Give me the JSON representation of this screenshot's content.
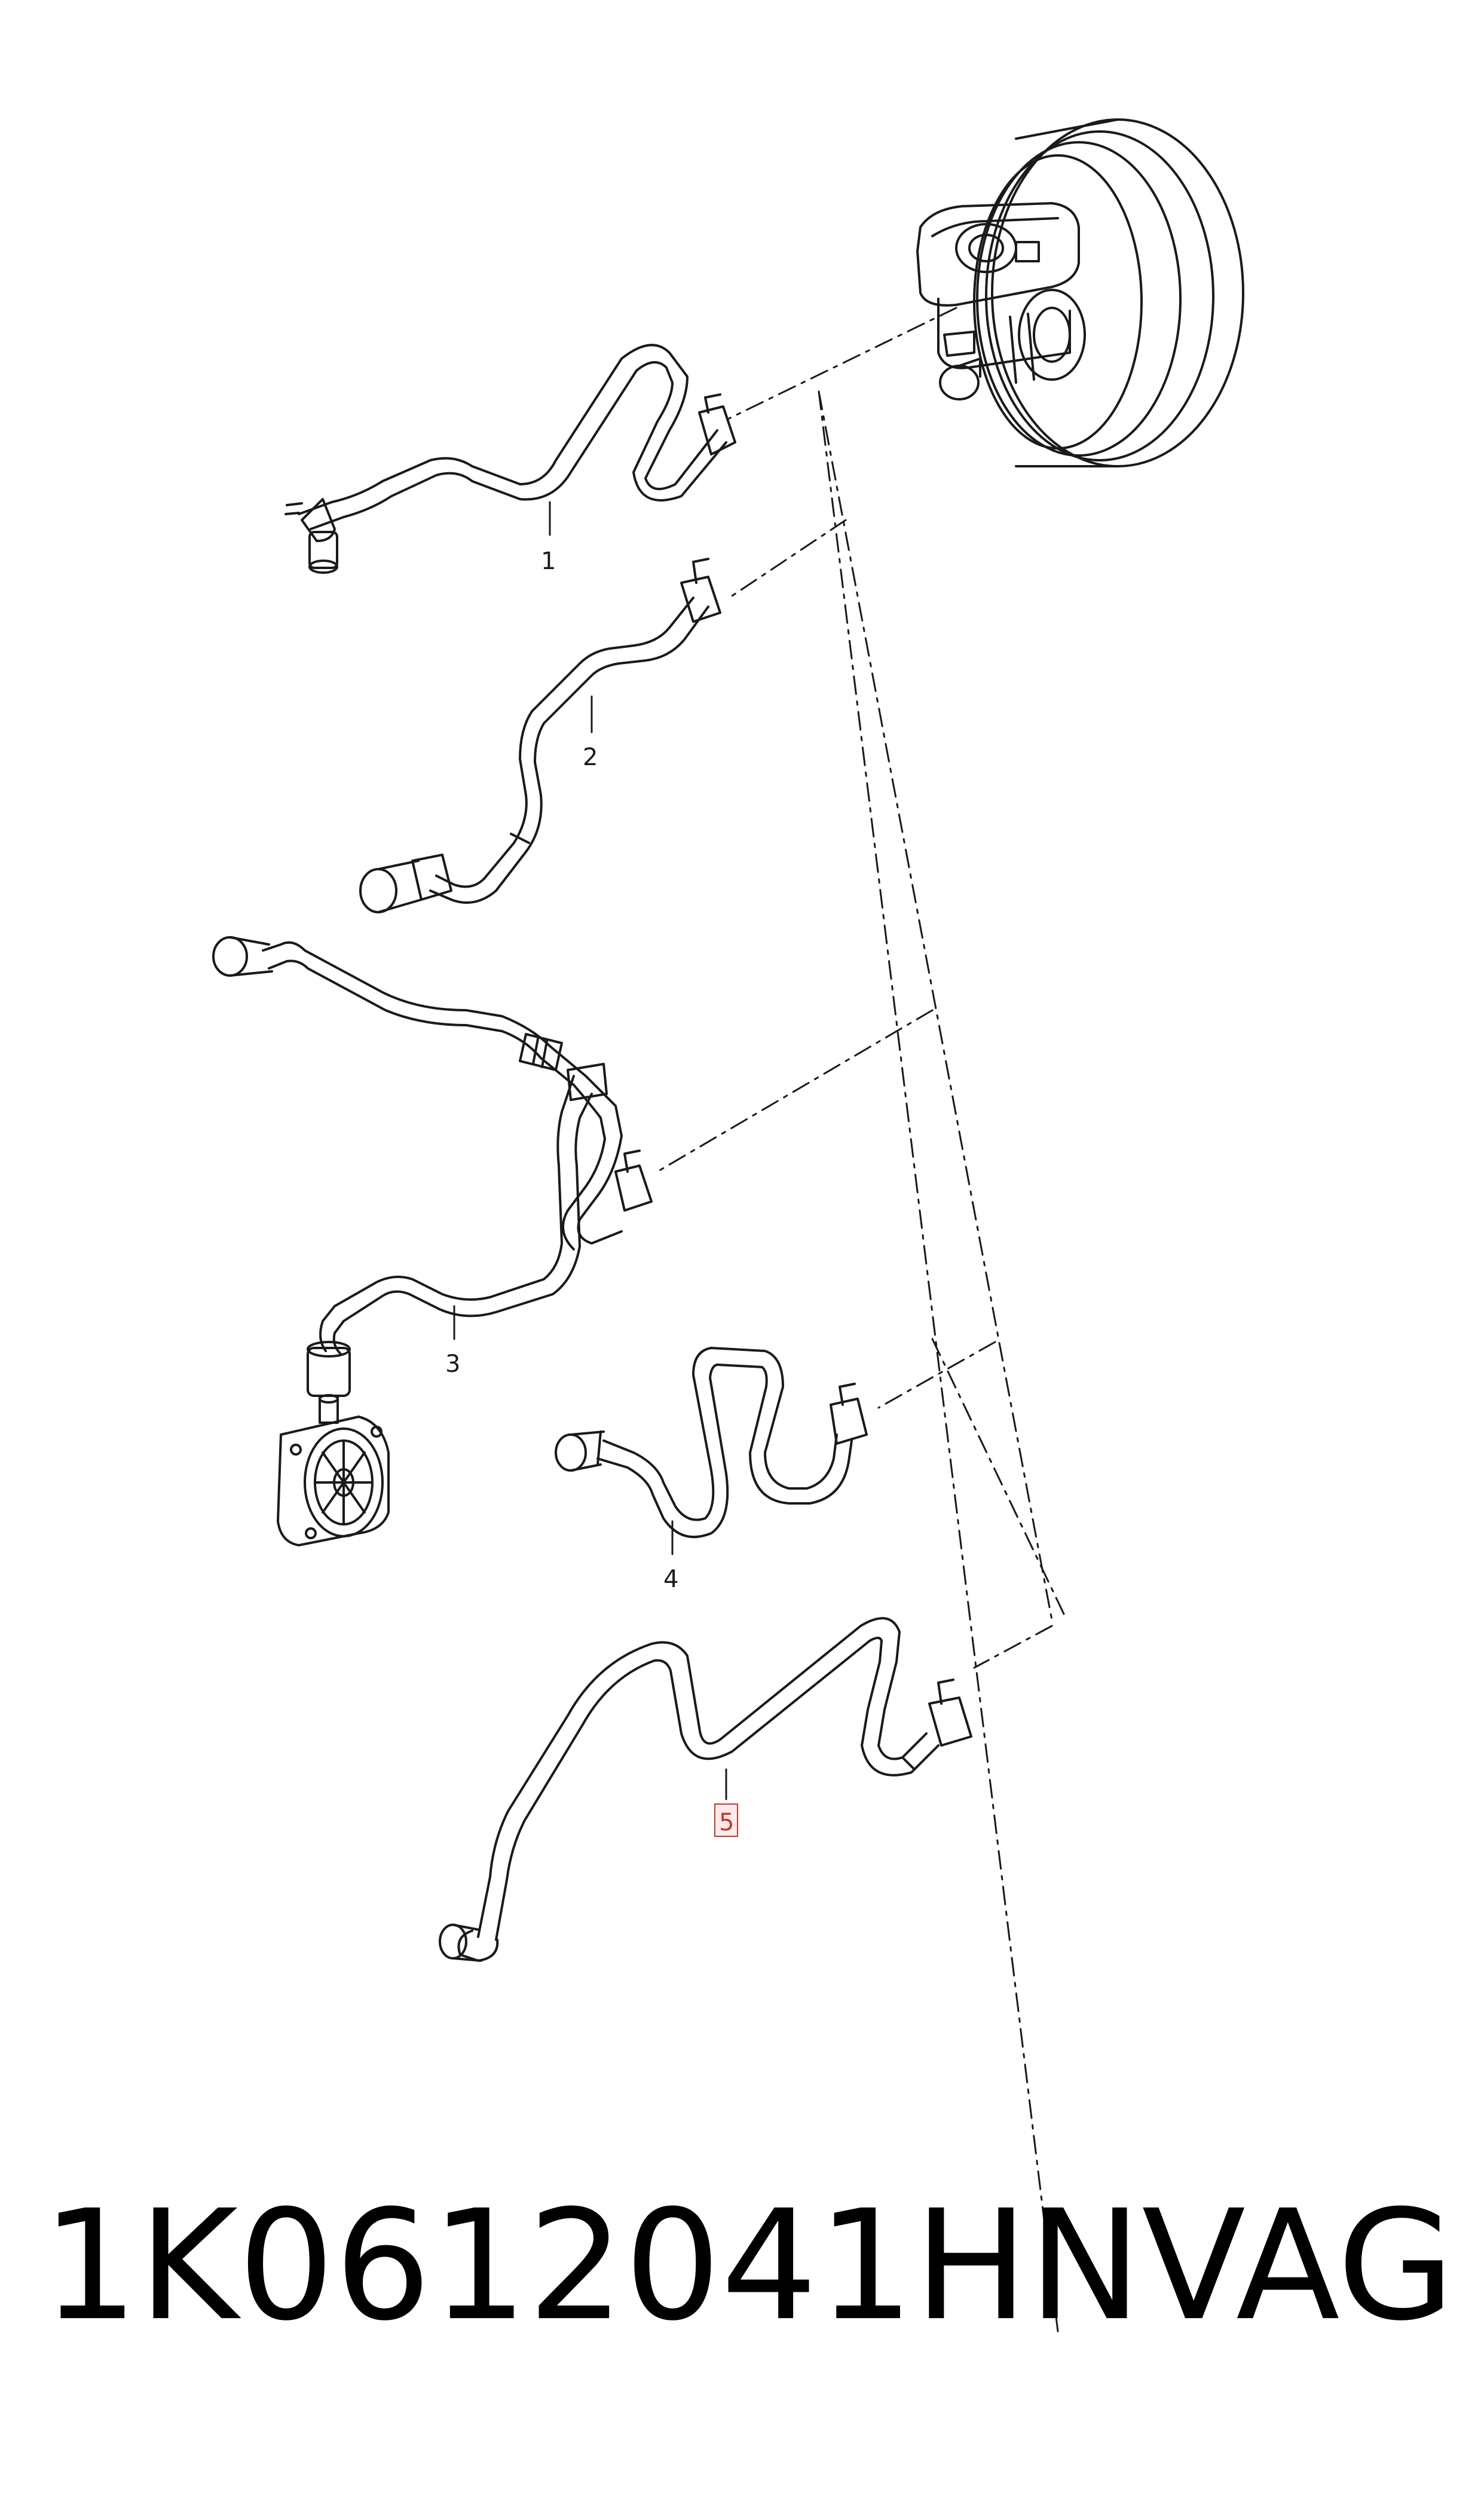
{
  "callouts": [
    "1",
    "2",
    "3",
    "4",
    "5"
  ],
  "highlighted_callout": "5",
  "part_number": "1K0612041HN",
  "brand": "VAG",
  "colors": {
    "line": "#1a1a1a",
    "highlight_box": "#c0392b",
    "highlight_fill": "#fdeaea",
    "background": "#ffffff"
  }
}
